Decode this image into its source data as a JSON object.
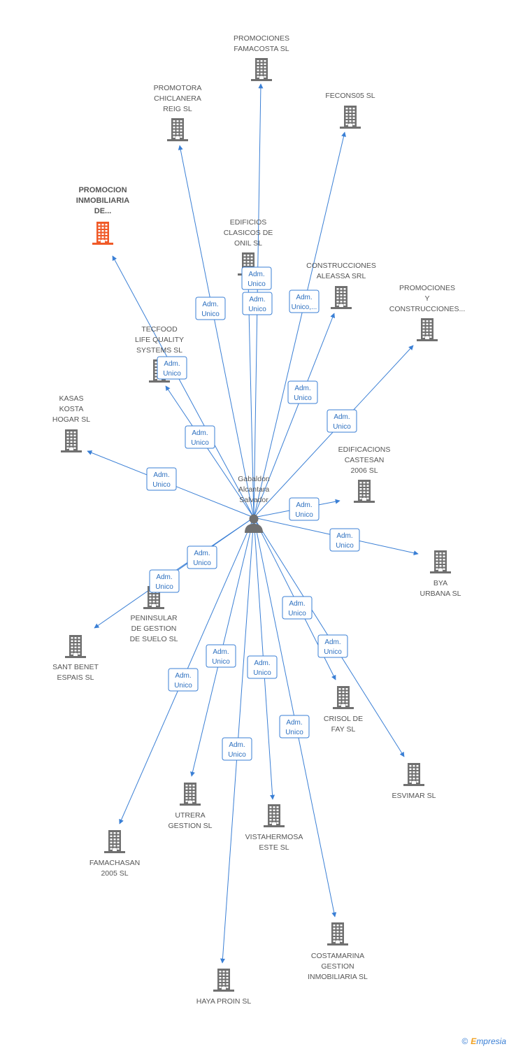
{
  "colors": {
    "edge": "#3a7fd5",
    "building": "#707070",
    "highlight": "#f05a28",
    "person": "#707070"
  },
  "center": {
    "lines": [
      "Gabaldon",
      "Alcantara",
      "Salvador"
    ],
    "icon": "person-icon"
  },
  "nodes": [
    {
      "id": "famacosta",
      "lines": [
        "PROMOCIONES",
        "FAMACOSTA SL"
      ],
      "icon": "building-icon"
    },
    {
      "id": "chiclanera",
      "lines": [
        "PROMOTORA",
        "CHICLANERA",
        "REIG SL"
      ],
      "icon": "building-icon"
    },
    {
      "id": "fecons05",
      "lines": [
        "FECONS05 SL"
      ],
      "icon": "building-icon"
    },
    {
      "id": "promocion-inmobiliaria",
      "lines": [
        "PROMOCION",
        "INMOBILIARIA",
        "DE..."
      ],
      "icon": "building-icon",
      "highlight": true
    },
    {
      "id": "edificios-clasicos",
      "lines": [
        "EDIFICIOS",
        "CLASICOS DE",
        "ONIL SL"
      ],
      "icon": "building-icon"
    },
    {
      "id": "aleassa",
      "lines": [
        "CONSTRUCCIONES",
        "ALEASSA SRL"
      ],
      "icon": "building-icon"
    },
    {
      "id": "promociones-construcciones",
      "lines": [
        "PROMOCIONES",
        "Y",
        "CONSTRUCCIONES..."
      ],
      "icon": "building-icon"
    },
    {
      "id": "tecfood",
      "lines": [
        "TECFOOD",
        "LIFE QUALITY",
        "SYSTEMS SL"
      ],
      "icon": "building-icon"
    },
    {
      "id": "kasas",
      "lines": [
        "KASAS",
        "KOSTA",
        "HOGAR SL"
      ],
      "icon": "building-icon"
    },
    {
      "id": "castesan",
      "lines": [
        "EDIFICACIONS",
        "CASTESAN",
        "2006 SL"
      ],
      "icon": "building-icon"
    },
    {
      "id": "bya",
      "lines": [
        "BYA",
        "URBANA SL"
      ],
      "icon": "building-icon"
    },
    {
      "id": "peninsular",
      "lines": [
        "PENINSULAR",
        "DE GESTION",
        "DE SUELO SL"
      ],
      "icon": "building-icon"
    },
    {
      "id": "santbenet",
      "lines": [
        "SANT BENET",
        "ESPAIS SL"
      ],
      "icon": "building-icon"
    },
    {
      "id": "crisol",
      "lines": [
        "CRISOL DE",
        "FAY SL"
      ],
      "icon": "building-icon"
    },
    {
      "id": "esvimar",
      "lines": [
        "ESVIMAR SL"
      ],
      "icon": "building-icon"
    },
    {
      "id": "utrera",
      "lines": [
        "UTRERA",
        "GESTION SL"
      ],
      "icon": "building-icon"
    },
    {
      "id": "vistahermosa",
      "lines": [
        "VISTAHERMOSA",
        "ESTE SL"
      ],
      "icon": "building-icon"
    },
    {
      "id": "famachasan",
      "lines": [
        "FAMACHASAN",
        "2005 SL"
      ],
      "icon": "building-icon"
    },
    {
      "id": "costamarina",
      "lines": [
        "COSTAMARINA",
        "GESTION",
        "INMOBILIARIA SL"
      ],
      "icon": "building-icon"
    },
    {
      "id": "haya",
      "lines": [
        "HAYA PROIN SL"
      ],
      "icon": "building-icon"
    }
  ],
  "edges": [
    {
      "to": "famacosta",
      "label": [
        "Adm.",
        "Unico"
      ]
    },
    {
      "to": "chiclanera",
      "label": [
        "Adm.",
        "Unico"
      ]
    },
    {
      "to": "fecons05",
      "label": [
        "Adm.",
        "Unico,..."
      ]
    },
    {
      "to": "promocion-inmobiliaria",
      "label": [
        "Adm.",
        "Unico"
      ]
    },
    {
      "to": "edificios-clasicos",
      "label": [
        "Adm.",
        "Unico"
      ]
    },
    {
      "to": "aleassa",
      "label": [
        "Adm.",
        "Unico"
      ]
    },
    {
      "to": "promociones-construcciones",
      "label": [
        "Adm.",
        "Unico"
      ]
    },
    {
      "to": "tecfood",
      "label": [
        "Adm.",
        "Unico"
      ]
    },
    {
      "to": "kasas",
      "label": [
        "Adm.",
        "Unico"
      ]
    },
    {
      "to": "castesan",
      "label": [
        "Adm.",
        "Unico"
      ]
    },
    {
      "to": "bya",
      "label": [
        "Adm.",
        "Unico"
      ]
    },
    {
      "to": "peninsular",
      "label": [
        "Adm.",
        "Unico"
      ]
    },
    {
      "to": "santbenet",
      "label": [
        "Adm.",
        "Unico"
      ]
    },
    {
      "to": "crisol",
      "label": [
        "Adm.",
        "Unico"
      ]
    },
    {
      "to": "esvimar",
      "label": [
        "Adm.",
        "Unico"
      ]
    },
    {
      "to": "utrera",
      "label": [
        "Adm.",
        "Unico"
      ]
    },
    {
      "to": "vistahermosa",
      "label": [
        "Adm.",
        "Unico"
      ]
    },
    {
      "to": "famachasan",
      "label": [
        "Adm.",
        "Unico"
      ]
    },
    {
      "to": "costamarina",
      "label": [
        "Adm.",
        "Unico"
      ]
    },
    {
      "to": "haya",
      "label": [
        "Adm.",
        "Unico"
      ]
    }
  ],
  "footer": {
    "copyright": "©",
    "brand_first": "E",
    "brand_rest": "mpresia"
  }
}
